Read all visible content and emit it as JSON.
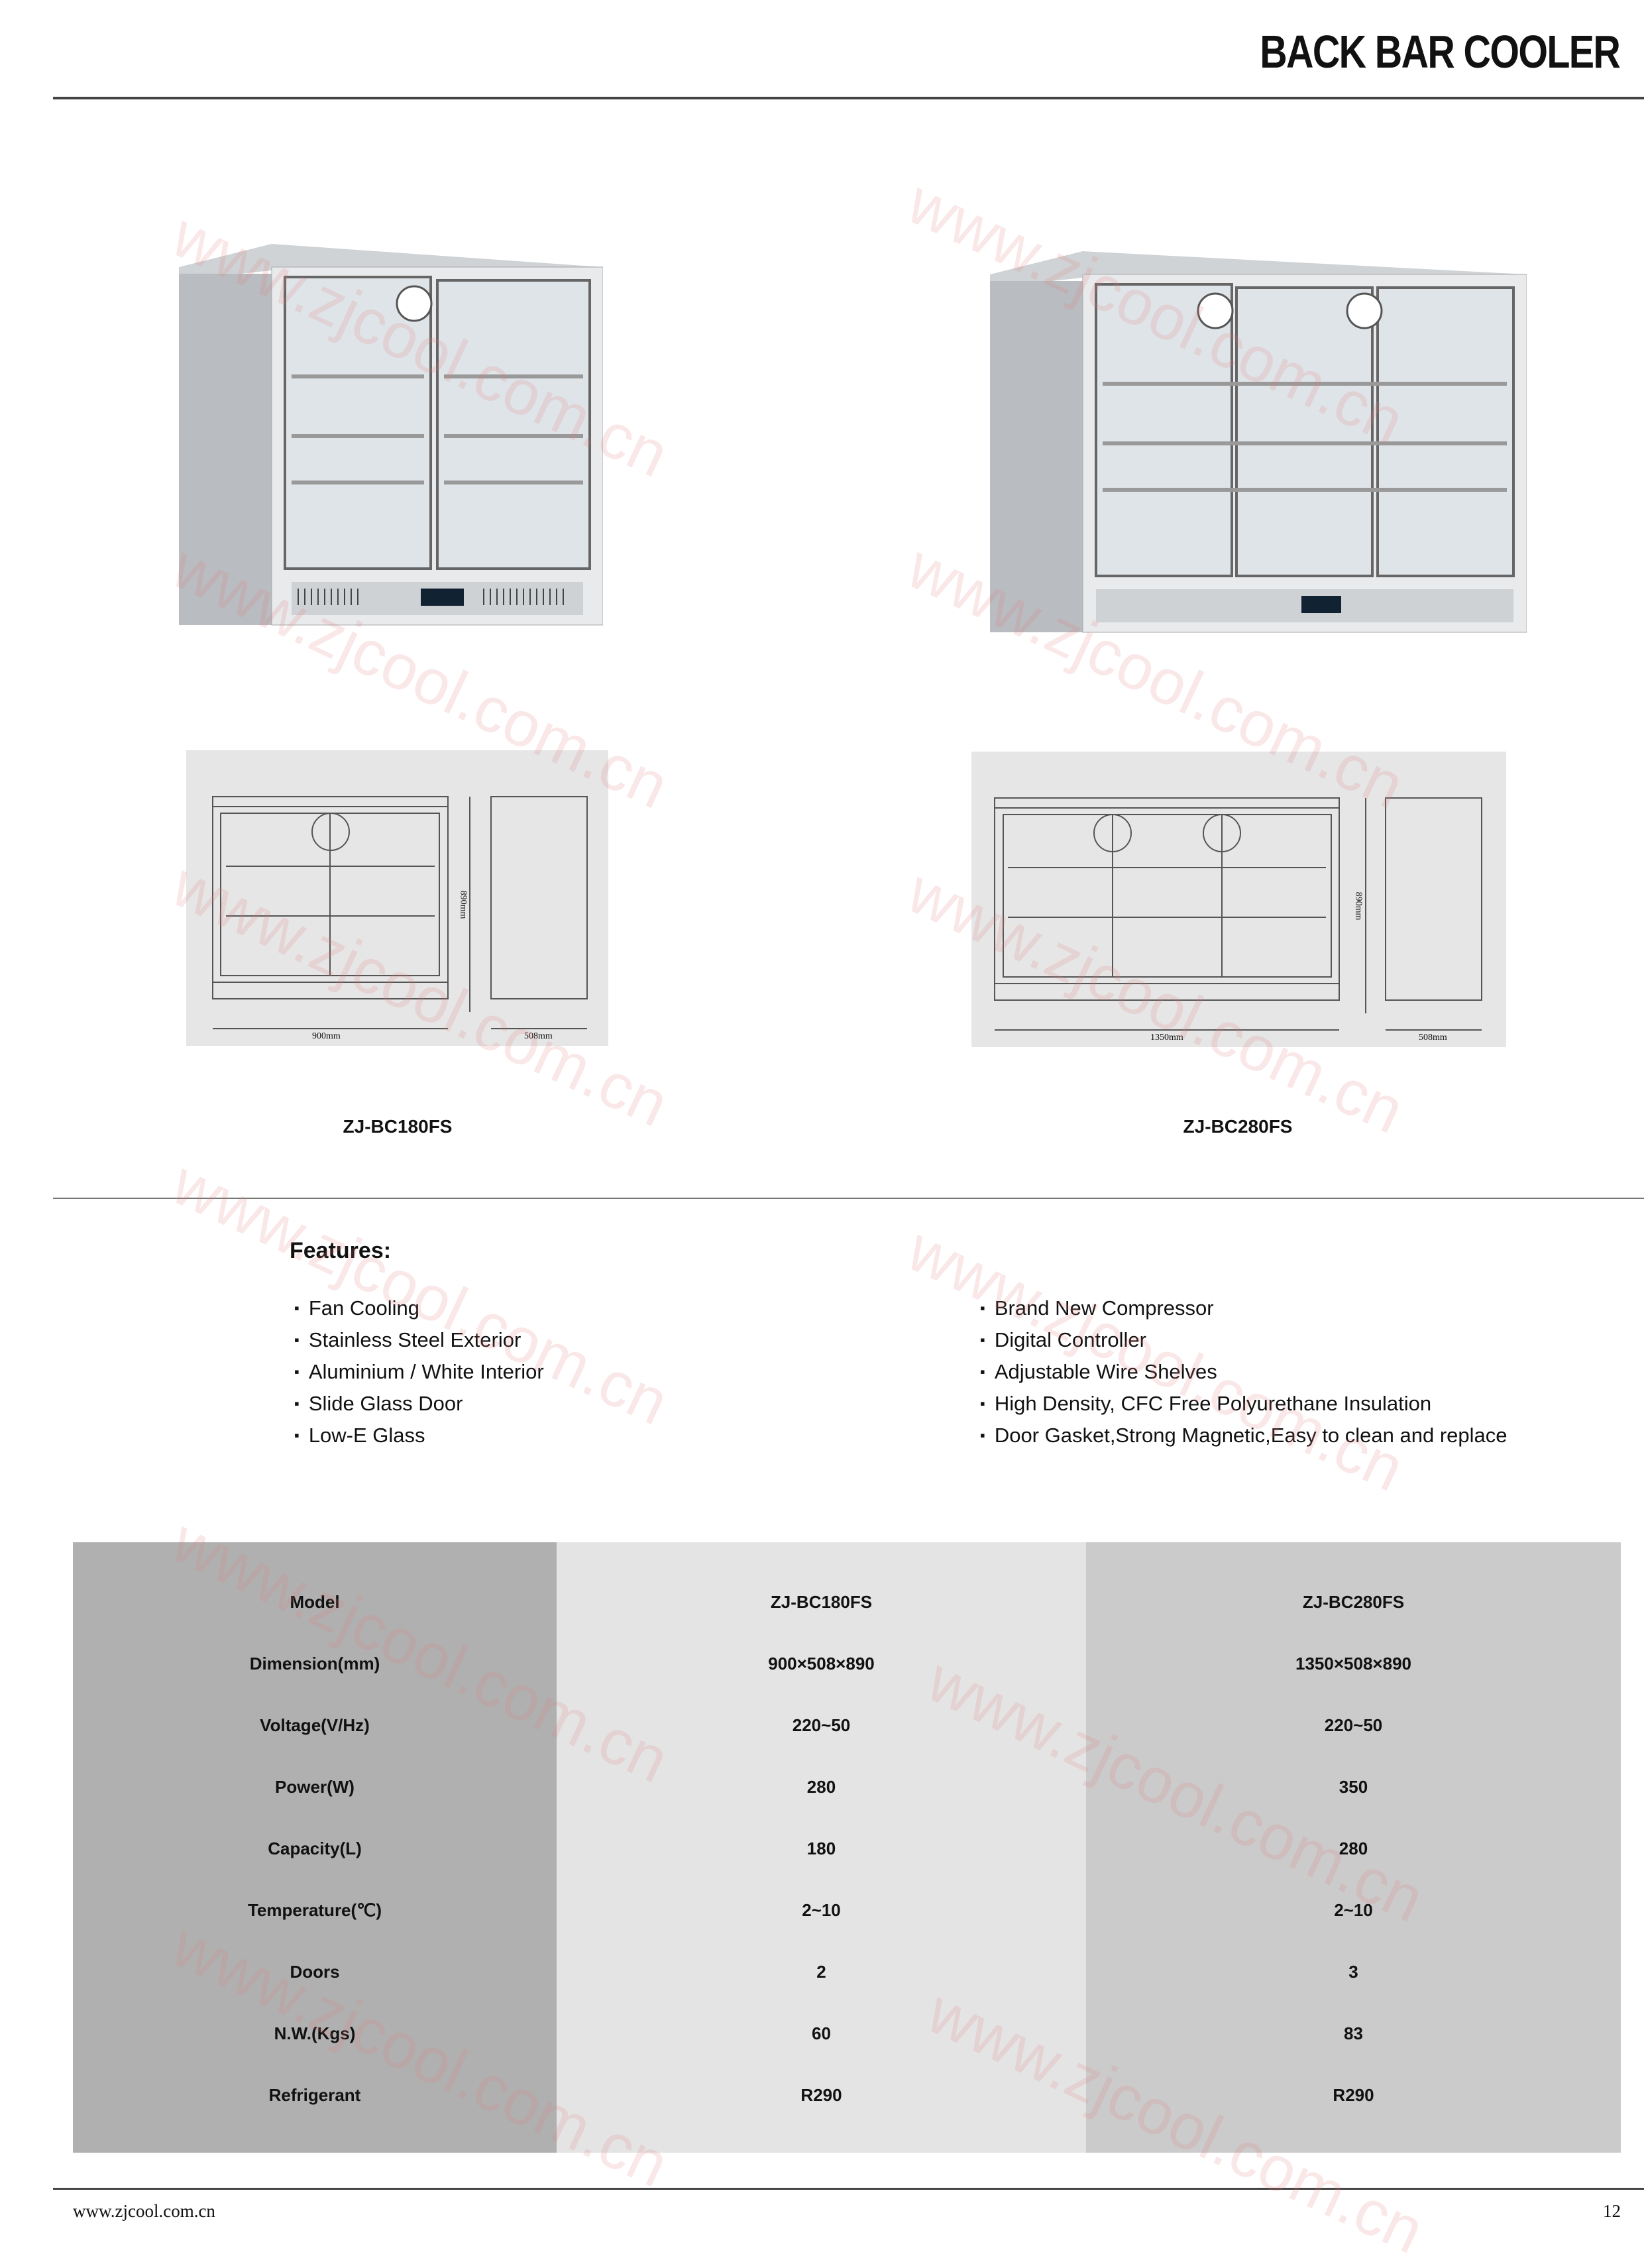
{
  "header": {
    "title": "BACK BAR COOLER"
  },
  "products": [
    {
      "model": "ZJ-BC180FS",
      "drawing": {
        "width": "900mm",
        "depth": "508mm",
        "height": "890mm"
      }
    },
    {
      "model": "ZJ-BC280FS",
      "drawing": {
        "width": "1350mm",
        "depth": "508mm",
        "height": "890mm"
      }
    }
  ],
  "features": {
    "title": "Features:",
    "left": [
      "Fan Cooling",
      "Stainless Steel Exterior",
      "Aluminium / White Interior",
      "Slide Glass Door",
      "Low-E Glass"
    ],
    "right": [
      "Brand  New  Compressor",
      "Digital Controller",
      "Adjustable Wire Shelves",
      "High Density, CFC Free Polyurethane Insulation",
      "Door Gasket,Strong Magnetic,Easy to clean and replace"
    ]
  },
  "specs": {
    "labels": [
      "Model",
      "Dimension(mm)",
      "Voltage(V/Hz)",
      "Power(W)",
      "Capacity(L)",
      "Temperature(℃)",
      "Doors",
      "N.W.(Kgs)",
      "Refrigerant"
    ],
    "a": [
      "ZJ-BC180FS",
      "900×508×890",
      "220~50",
      "280",
      "180",
      "2~10",
      "2",
      "60",
      "R290"
    ],
    "b": [
      "ZJ-BC280FS",
      "1350×508×890",
      "220~50",
      "350",
      "280",
      "2~10",
      "3",
      "83",
      "R290"
    ]
  },
  "footer": {
    "url": "www.zjcool.com.cn",
    "page": "12"
  },
  "watermark": "www.zjcool.com.cn"
}
